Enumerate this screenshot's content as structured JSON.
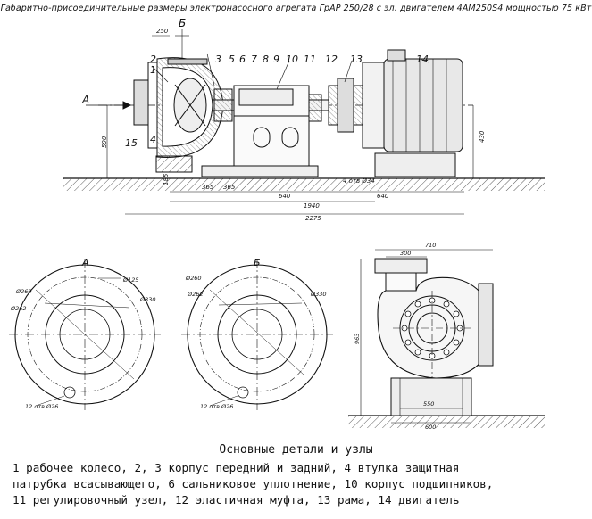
{
  "title": "Габаритно-присоединительные размеры электронасосного агрегата ГрАР 250/28 с эл. двигателем 4АМ250S4 мощностью 75 кВт",
  "main_view": {
    "part_numbers": [
      "1",
      "2",
      "3",
      "5",
      "6",
      "7",
      "8",
      "9",
      "10",
      "11",
      "12",
      "13",
      "14",
      "4",
      "15"
    ],
    "view_markers": [
      "А",
      "Б"
    ],
    "dimensions": [
      "250",
      "590",
      "430",
      "365",
      "365",
      "640",
      "1940",
      "640",
      "2275",
      "4 отв Ø34",
      "185"
    ]
  },
  "view_a": {
    "label": "А",
    "dims": [
      "Ø260",
      "Ø125",
      "Ø262",
      "Ø330",
      "12 отв Ø26"
    ]
  },
  "view_b": {
    "label": "Б",
    "dims": [
      "Ø260",
      "Ø262",
      "Ø330",
      "12 отв Ø26"
    ]
  },
  "side_view": {
    "dims": [
      "710",
      "300",
      "963",
      "550",
      "600"
    ]
  },
  "legend": {
    "heading": "Основные детали и узлы",
    "lines": [
      "1 рабочее колесо, 2, 3 корпус передний и задний, 4 втулка защитная",
      "патрубка всасывающего, 6 сальниковое уплотнение, 10 корпус подшипников,",
      "11 регулировочный узел, 12 эластичная муфта, 13 рама, 14 двигатель"
    ]
  }
}
